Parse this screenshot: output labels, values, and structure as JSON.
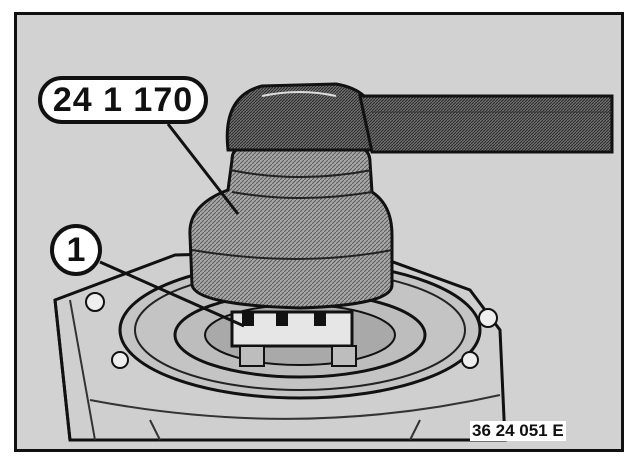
{
  "callouts": {
    "tool_label": "24 1 170",
    "part_label": "1"
  },
  "figure_code": "36 24 051 E",
  "colors": {
    "ink": "#111111",
    "tool_fill": "#9a9a9a",
    "housing_fill": "#d2d2d2",
    "background": "#ffffff"
  }
}
